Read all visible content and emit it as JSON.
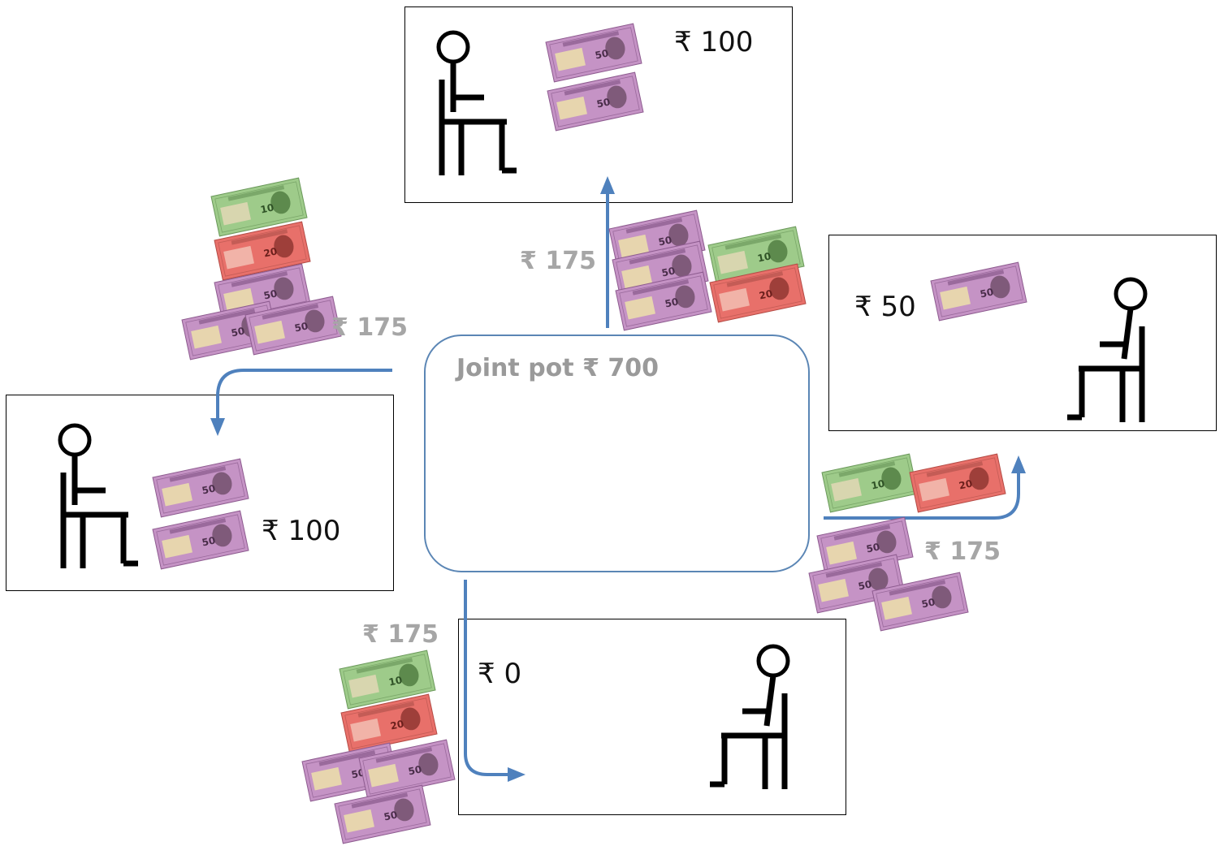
{
  "joint_pot": {
    "label": "Joint pot ₹ 700"
  },
  "flows": {
    "top": "₹ 175",
    "left": "₹ 175",
    "right": "₹ 175",
    "bottom": "₹ 175"
  },
  "players": {
    "top": {
      "amount": "₹ 100"
    },
    "left": {
      "amount": "₹ 100"
    },
    "right": {
      "amount": "₹ 50"
    },
    "bottom": {
      "amount": "₹ 0"
    }
  },
  "banknotes": {
    "types": [
      "50",
      "20",
      "10"
    ],
    "colors": {
      "50": "#b77ab8",
      "20": "#e0625c",
      "10": "#8fbf7a"
    }
  },
  "colors": {
    "arrow": "#4f81bd",
    "flow_text": "#a6a6a6",
    "pot_border": "#5b86b5"
  }
}
